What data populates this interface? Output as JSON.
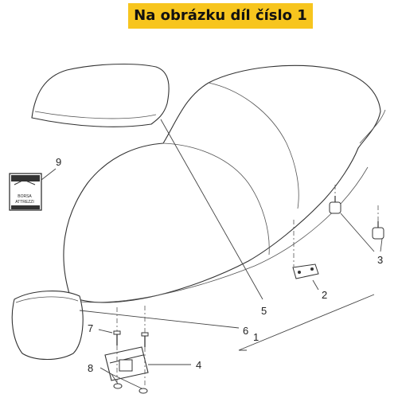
{
  "banner": {
    "text": "Na obrázku díl číslo 1",
    "color": "#f7c51e"
  },
  "bag_label": {
    "line1": "BORSA",
    "line2": "ATTREZZI"
  },
  "callouts": [
    "1",
    "2",
    "3",
    "4",
    "5",
    "6",
    "7",
    "8",
    "9"
  ]
}
